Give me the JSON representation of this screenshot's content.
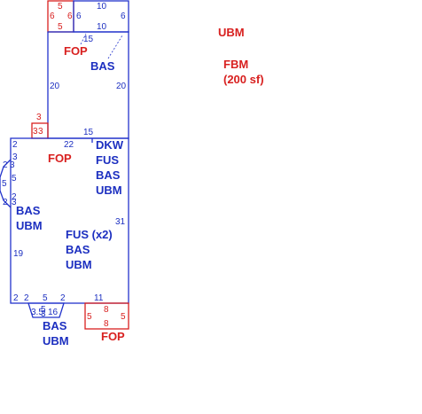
{
  "legend": {
    "item1": "UBM",
    "item2_line1": "FBM",
    "item2_line2": "(200 sf)"
  },
  "top_left_box": {
    "top": "5",
    "left": "6",
    "right": "6",
    "bottom": "5"
  },
  "top_right_box": {
    "top": "10",
    "left": "6",
    "right": "6",
    "bottom": "10"
  },
  "upper_area": {
    "top_dim": "15",
    "left_dim": "20",
    "right_dim": "20",
    "bottom_dim": "15",
    "porch_label": "FOP",
    "label": "BAS"
  },
  "small_box": {
    "top": "3",
    "left": "3",
    "right": "3"
  },
  "main_area": {
    "top_left": "2",
    "top_dim": "22",
    "left_segment": "3",
    "right_dim": "31",
    "left_dim": "19",
    "bottom_left_a": "2",
    "bottom_left_b": "2",
    "bottom_mid_a": "5",
    "bottom_mid_b": "2",
    "bottom_right": "11",
    "porch_label": "FOP",
    "label_dkw": "DKW",
    "label_fus": "FUS",
    "label_bas": "BAS",
    "label_ubm": "UBM",
    "left_bas": "BAS",
    "left_ubm": "UBM",
    "center_fus": "FUS (x2)",
    "center_bas": "BAS",
    "center_ubm": "UBM"
  },
  "bay": {
    "a": "2",
    "b": "3",
    "c": "5",
    "d": "5",
    "e": "2",
    "f": "3",
    "g": "2"
  },
  "bottom_bay": {
    "left": "3.5",
    "mid": "5",
    "mid2": "3",
    "right": "16",
    "label_bas": "BAS",
    "label_ubm": "UBM"
  },
  "bottom_right_porch": {
    "top": "8",
    "left": "5",
    "right": "5",
    "bottom": "8",
    "label": "FOP"
  }
}
